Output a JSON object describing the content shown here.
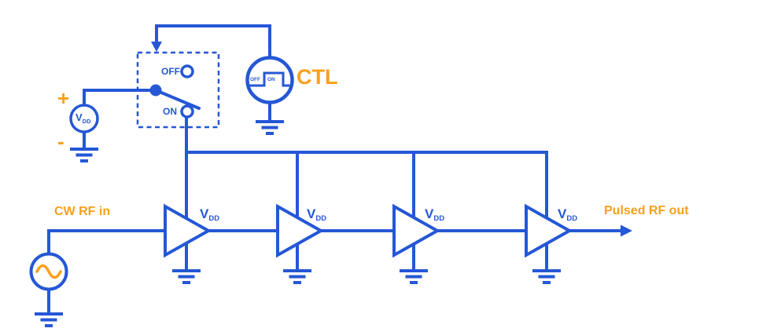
{
  "colors": {
    "wire": "#2557d6",
    "accent": "#f8a01e",
    "background": "#ffffff"
  },
  "supply_source": {
    "plus": "+",
    "minus": "-",
    "label_main": "V",
    "label_sub": "DD"
  },
  "switch": {
    "off_label": "OFF",
    "on_label": "ON"
  },
  "ctl": {
    "title": "CTL",
    "wave_off": "OFF",
    "wave_on": "ON"
  },
  "input": {
    "label": "CW RF in"
  },
  "output": {
    "label": "Pulsed RF out"
  },
  "amplifiers": [
    {
      "supply_main": "V",
      "supply_sub": "DD"
    },
    {
      "supply_main": "V",
      "supply_sub": "DD"
    },
    {
      "supply_main": "V",
      "supply_sub": "DD"
    },
    {
      "supply_main": "V",
      "supply_sub": "DD"
    }
  ]
}
